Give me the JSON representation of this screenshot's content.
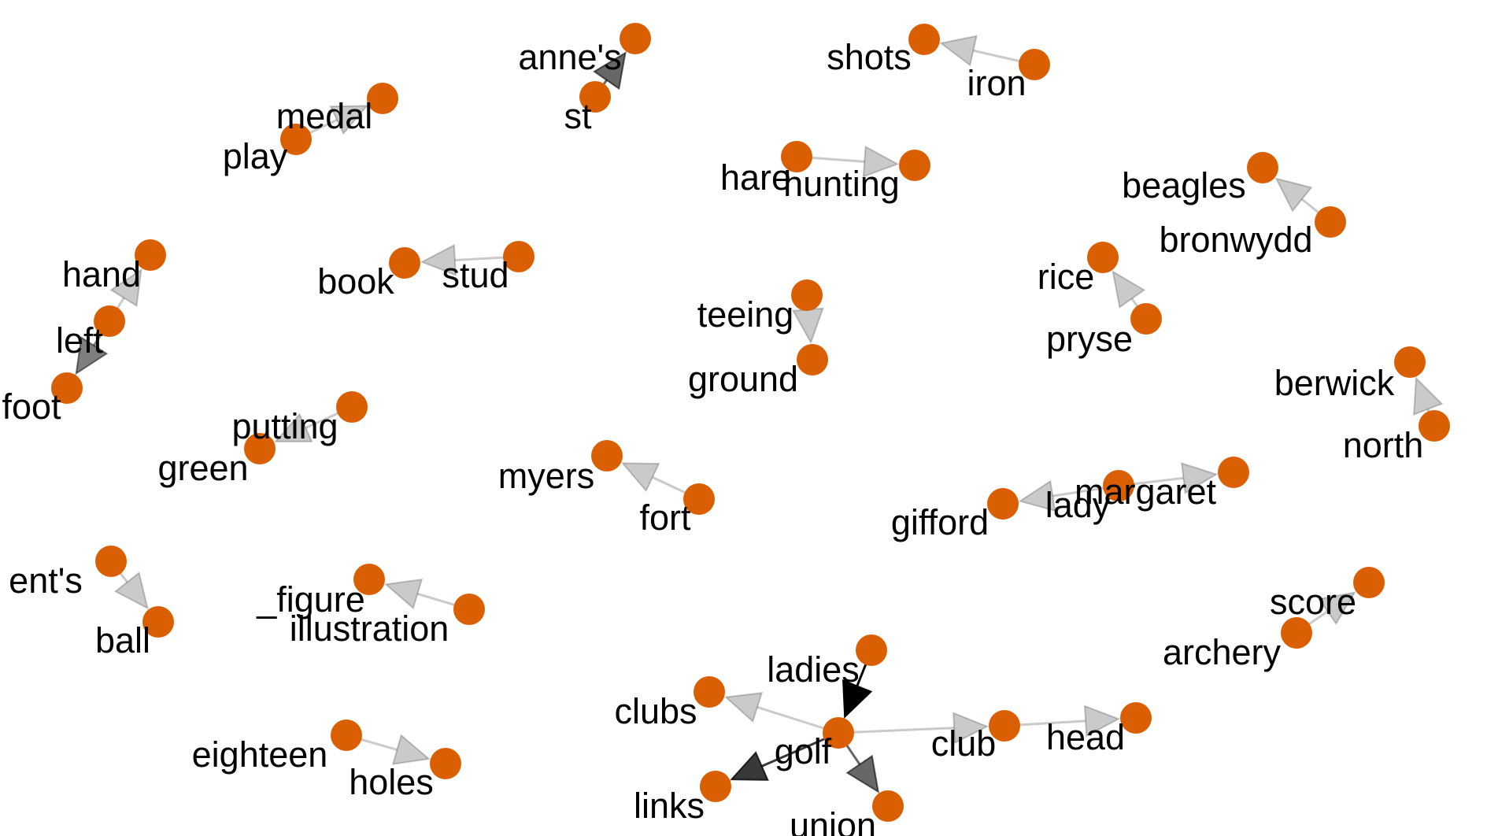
{
  "graph": {
    "node_color": "#D95F02",
    "edge_color": "#000000",
    "nodes": [
      {
        "id": "annes",
        "label": "anne's"
      },
      {
        "id": "st",
        "label": "st"
      },
      {
        "id": "shots",
        "label": "shots"
      },
      {
        "id": "iron",
        "label": "iron"
      },
      {
        "id": "medal",
        "label": "medal"
      },
      {
        "id": "play",
        "label": "play"
      },
      {
        "id": "hare",
        "label": "hare"
      },
      {
        "id": "hunting",
        "label": "hunting"
      },
      {
        "id": "beagles",
        "label": "beagles"
      },
      {
        "id": "bronwydd",
        "label": "bronwydd"
      },
      {
        "id": "hand",
        "label": "hand"
      },
      {
        "id": "left",
        "label": "left"
      },
      {
        "id": "foot",
        "label": "foot"
      },
      {
        "id": "book",
        "label": "book"
      },
      {
        "id": "stud",
        "label": "stud"
      },
      {
        "id": "teeing",
        "label": "teeing"
      },
      {
        "id": "ground",
        "label": "ground"
      },
      {
        "id": "rice",
        "label": "rice"
      },
      {
        "id": "pryse",
        "label": "pryse"
      },
      {
        "id": "berwick",
        "label": "berwick"
      },
      {
        "id": "north",
        "label": "north"
      },
      {
        "id": "putting",
        "label": "putting"
      },
      {
        "id": "green",
        "label": "green"
      },
      {
        "id": "myers",
        "label": "myers"
      },
      {
        "id": "fort",
        "label": "fort"
      },
      {
        "id": "gifford",
        "label": "gifford"
      },
      {
        "id": "lady",
        "label": "lady"
      },
      {
        "id": "margaret",
        "label": "margaret"
      },
      {
        "id": "opponents",
        "label": "ent's"
      },
      {
        "id": "ball",
        "label": "ball"
      },
      {
        "id": "figure",
        "label": "_figure"
      },
      {
        "id": "illustration",
        "label": "illustration"
      },
      {
        "id": "score",
        "label": "score"
      },
      {
        "id": "archery",
        "label": "archery"
      },
      {
        "id": "ladies",
        "label": "ladies"
      },
      {
        "id": "clubs",
        "label": "clubs"
      },
      {
        "id": "golf",
        "label": "golf"
      },
      {
        "id": "club",
        "label": "club"
      },
      {
        "id": "head",
        "label": "head"
      },
      {
        "id": "links",
        "label": "links"
      },
      {
        "id": "union",
        "label": "union"
      },
      {
        "id": "eighteen",
        "label": "eighteen"
      },
      {
        "id": "holes",
        "label": "holes"
      }
    ],
    "edges": [
      {
        "from": "st",
        "to": "annes",
        "weight": 0.55
      },
      {
        "from": "iron",
        "to": "shots",
        "weight": 0.12
      },
      {
        "from": "play",
        "to": "medal",
        "weight": 0.12
      },
      {
        "from": "hare",
        "to": "hunting",
        "weight": 0.12
      },
      {
        "from": "bronwydd",
        "to": "beagles",
        "weight": 0.12
      },
      {
        "from": "left",
        "to": "hand",
        "weight": 0.12
      },
      {
        "from": "left",
        "to": "foot",
        "weight": 0.45
      },
      {
        "from": "stud",
        "to": "book",
        "weight": 0.12
      },
      {
        "from": "teeing",
        "to": "ground",
        "weight": 0.12
      },
      {
        "from": "pryse",
        "to": "rice",
        "weight": 0.12
      },
      {
        "from": "north",
        "to": "berwick",
        "weight": 0.12
      },
      {
        "from": "putting",
        "to": "green",
        "weight": 0.12
      },
      {
        "from": "fort",
        "to": "myers",
        "weight": 0.12
      },
      {
        "from": "lady",
        "to": "gifford",
        "weight": 0.12
      },
      {
        "from": "lady",
        "to": "margaret",
        "weight": 0.12
      },
      {
        "from": "opponents",
        "to": "ball",
        "weight": 0.12
      },
      {
        "from": "illustration",
        "to": "figure",
        "weight": 0.12
      },
      {
        "from": "archery",
        "to": "score",
        "weight": 0.12
      },
      {
        "from": "ladies",
        "to": "golf",
        "weight": 1.0
      },
      {
        "from": "golf",
        "to": "clubs",
        "weight": 0.12
      },
      {
        "from": "golf",
        "to": "club",
        "weight": 0.12
      },
      {
        "from": "club",
        "to": "head",
        "weight": 0.12
      },
      {
        "from": "golf",
        "to": "links",
        "weight": 0.75
      },
      {
        "from": "golf",
        "to": "union",
        "weight": 0.55
      },
      {
        "from": "eighteen",
        "to": "holes",
        "weight": 0.12
      }
    ]
  }
}
